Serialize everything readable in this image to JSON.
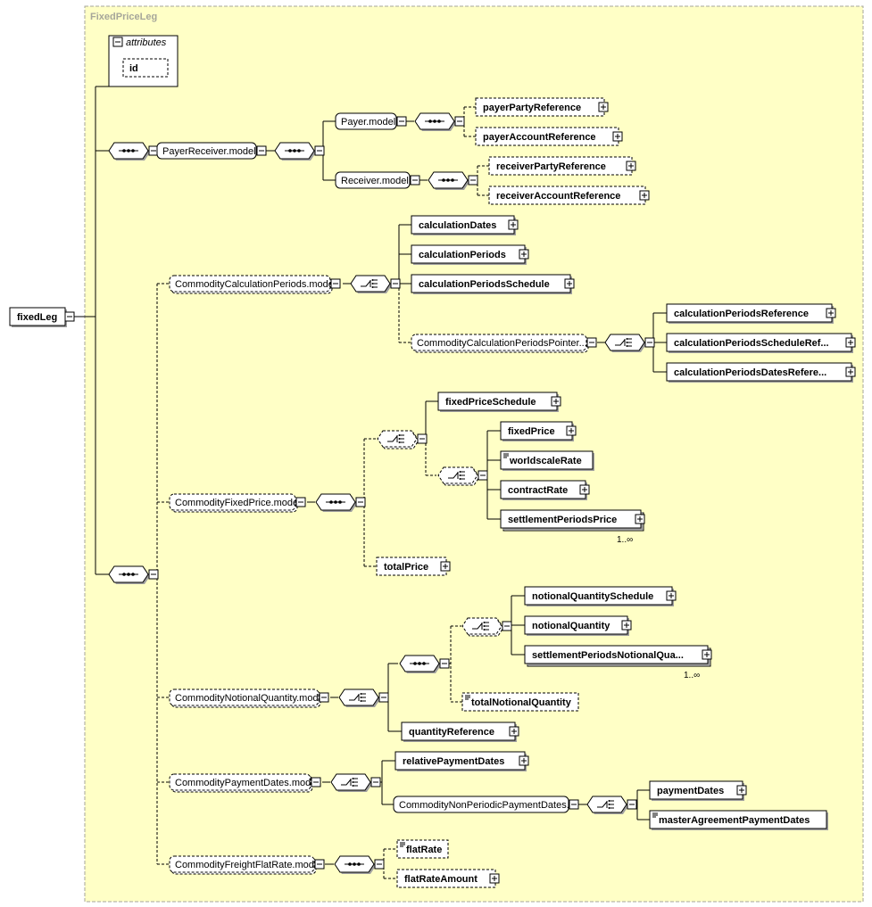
{
  "complex_type": "FixedPriceLeg",
  "root": "fixedLeg",
  "attributes_label": "attributes",
  "attribute_id": "id",
  "groups": {
    "payer_receiver": "PayerReceiver.model",
    "payer": "Payer.model",
    "receiver": "Receiver.model",
    "calc_periods": "CommodityCalculationPeriods.model",
    "calc_pointer": "CommodityCalculationPeriodsPointer....",
    "fixed_price": "CommodityFixedPrice.model",
    "notional": "CommodityNotionalQuantity.model",
    "payment_dates": "CommodityPaymentDates.model",
    "nonperiodic": "CommodityNonPeriodicPaymentDates....",
    "freight": "CommodityFreightFlatRate.model"
  },
  "elements": {
    "payerPartyReference": "payerPartyReference",
    "payerAccountReference": "payerAccountReference",
    "receiverPartyReference": "receiverPartyReference",
    "receiverAccountReference": "receiverAccountReference",
    "calculationDates": "calculationDates",
    "calculationPeriods": "calculationPeriods",
    "calculationPeriodsSchedule": "calculationPeriodsSchedule",
    "calculationPeriodsReference": "calculationPeriodsReference",
    "calculationPeriodsScheduleRef": "calculationPeriodsScheduleRef...",
    "calculationPeriodsDatesRef": "calculationPeriodsDatesRefere...",
    "fixedPriceSchedule": "fixedPriceSchedule",
    "fixedPrice": "fixedPrice",
    "worldscaleRate": "worldscaleRate",
    "contractRate": "contractRate",
    "settlementPeriodsPrice": "settlementPeriodsPrice",
    "totalPrice": "totalPrice",
    "notionalQuantitySchedule": "notionalQuantitySchedule",
    "notionalQuantity": "notionalQuantity",
    "settlementPeriodsNotionalQua": "settlementPeriodsNotionalQua...",
    "totalNotionalQuantity": "totalNotionalQuantity",
    "quantityReference": "quantityReference",
    "relativePaymentDates": "relativePaymentDates",
    "paymentDates": "paymentDates",
    "masterAgreementPaymentDates": "masterAgreementPaymentDates",
    "flatRate": "flatRate",
    "flatRateAmount": "flatRateAmount"
  },
  "cardinalities": {
    "settlementPeriodsPrice": "1..∞",
    "settlementPeriodsNotionalQua": "1..∞"
  },
  "colors": {
    "background": "#ffffc6",
    "box_fill": "#ffffff",
    "line": "#000000",
    "title": "#a6a69a"
  }
}
